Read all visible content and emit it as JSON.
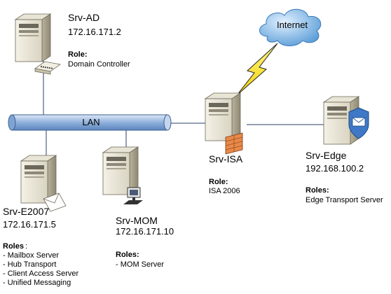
{
  "lan_label": "LAN",
  "internet_label": "Internet",
  "servers": {
    "srv_ad": {
      "name": "Srv-AD",
      "ip": "172.16.171.2",
      "role_heading": "Role:",
      "role": "Domain Controller"
    },
    "srv_isa": {
      "name": "Srv-ISA",
      "role_heading": "Role:",
      "role": "ISA 2006"
    },
    "srv_edge": {
      "name": "Srv-Edge",
      "ip": "192.168.100.2",
      "role_heading": "Roles:",
      "role": "Edge Transport Server"
    },
    "srv_e2007": {
      "name": "Srv-E2007",
      "ip": "172.16.171.5",
      "role_heading": "Roles",
      "roles": [
        "- Mailbox Server",
        "- Hub Transport",
        "- Client Access Server",
        "- Unified Messaging"
      ]
    },
    "srv_mom": {
      "name": "Srv-MOM",
      "ip": "172.16.171.10",
      "role_heading": "Roles:",
      "roles": [
        "- MOM Server"
      ]
    }
  }
}
